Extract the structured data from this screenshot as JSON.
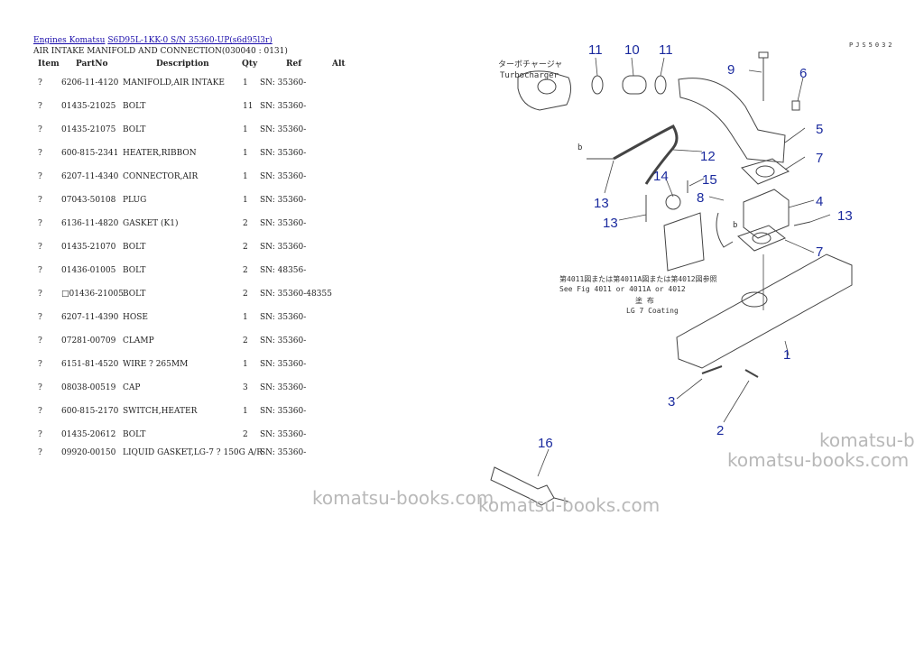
{
  "breadcrumb": {
    "part1": "Engines Komatsu",
    "part2": "S6D95L-1KK-0 S/N  35360-UP(s6d95l3r)"
  },
  "subtitle": "AIR INTAKE MANIFOLD AND  CONNECTION(030040 : 0131)",
  "columns": {
    "item": "Item",
    "partno": "PartNo",
    "description": "Description",
    "qty": "Qty",
    "ref": "Ref",
    "alt": "Alt"
  },
  "parts": [
    {
      "item": "?",
      "partno": "6206-11-4120",
      "desc": "MANIFOLD,AIR INTAKE",
      "qty": "1",
      "ref": "SN: 35360-"
    },
    {
      "item": "?",
      "partno": "01435-21025",
      "desc": "BOLT",
      "qty": "11",
      "ref": "SN: 35360-"
    },
    {
      "item": "?",
      "partno": "01435-21075",
      "desc": "BOLT",
      "qty": "1",
      "ref": "SN: 35360-"
    },
    {
      "item": "?",
      "partno": "600-815-2341",
      "desc": "HEATER,RIBBON",
      "qty": "1",
      "ref": "SN: 35360-"
    },
    {
      "item": "?",
      "partno": "6207-11-4340",
      "desc": "CONNECTOR,AIR",
      "qty": "1",
      "ref": "SN: 35360-"
    },
    {
      "item": "?",
      "partno": "07043-50108",
      "desc": "PLUG",
      "qty": "1",
      "ref": "SN: 35360-"
    },
    {
      "item": "?",
      "partno": "6136-11-4820",
      "desc": "GASKET (K1)",
      "qty": "2",
      "ref": "SN: 35360-"
    },
    {
      "item": "?",
      "partno": "01435-21070",
      "desc": "BOLT",
      "qty": "2",
      "ref": "SN: 35360-"
    },
    {
      "item": "?",
      "partno": "01436-01005",
      "desc": "BOLT",
      "qty": "2",
      "ref": "SN: 48356-"
    },
    {
      "item": "?",
      "partno": "□01436-21005",
      "desc": "BOLT",
      "qty": "2",
      "ref": "SN: 35360-48355"
    },
    {
      "item": "?",
      "partno": "6207-11-4390",
      "desc": "HOSE",
      "qty": "1",
      "ref": "SN: 35360-"
    },
    {
      "item": "?",
      "partno": "07281-00709",
      "desc": "CLAMP",
      "qty": "2",
      "ref": "SN: 35360-"
    },
    {
      "item": "?",
      "partno": "6151-81-4520",
      "desc": "WIRE ? 265MM",
      "qty": "1",
      "ref": "SN: 35360-"
    },
    {
      "item": "?",
      "partno": "08038-00519",
      "desc": "CAP",
      "qty": "3",
      "ref": "SN: 35360-"
    },
    {
      "item": "?",
      "partno": "600-815-2170",
      "desc": "SWITCH,HEATER",
      "qty": "1",
      "ref": "SN: 35360-"
    },
    {
      "item": "?",
      "partno": "01435-20612",
      "desc": "BOLT",
      "qty": "2",
      "ref": "SN: 35360-"
    },
    {
      "item": "?",
      "partno": "09920-00150",
      "desc": "LIQUID GASKET,LG-7 ? 150G A/R",
      "qty": "",
      "ref": "SN: 35360-"
    }
  ],
  "diagram": {
    "code": "PJS5032",
    "turbo_jp": "ターボチャージャ",
    "turbo_en": "Turbocharger",
    "ref_jp": "第4011図または第4011A図または第4012図参照",
    "ref_en": "See Fig 4011 or 4011A or 4012",
    "coat_jp": "塗 布",
    "coat_en": "LG 7 Coating",
    "letter_b": "b",
    "callouts": [
      "1",
      "2",
      "3",
      "4",
      "5",
      "6",
      "7",
      "8",
      "9",
      "10",
      "11",
      "12",
      "13",
      "14",
      "15",
      "16"
    ]
  },
  "watermarks": [
    "komatsu-books.com",
    "komatsu-books.com",
    "komatsu-b",
    "komatsu-books.com"
  ]
}
